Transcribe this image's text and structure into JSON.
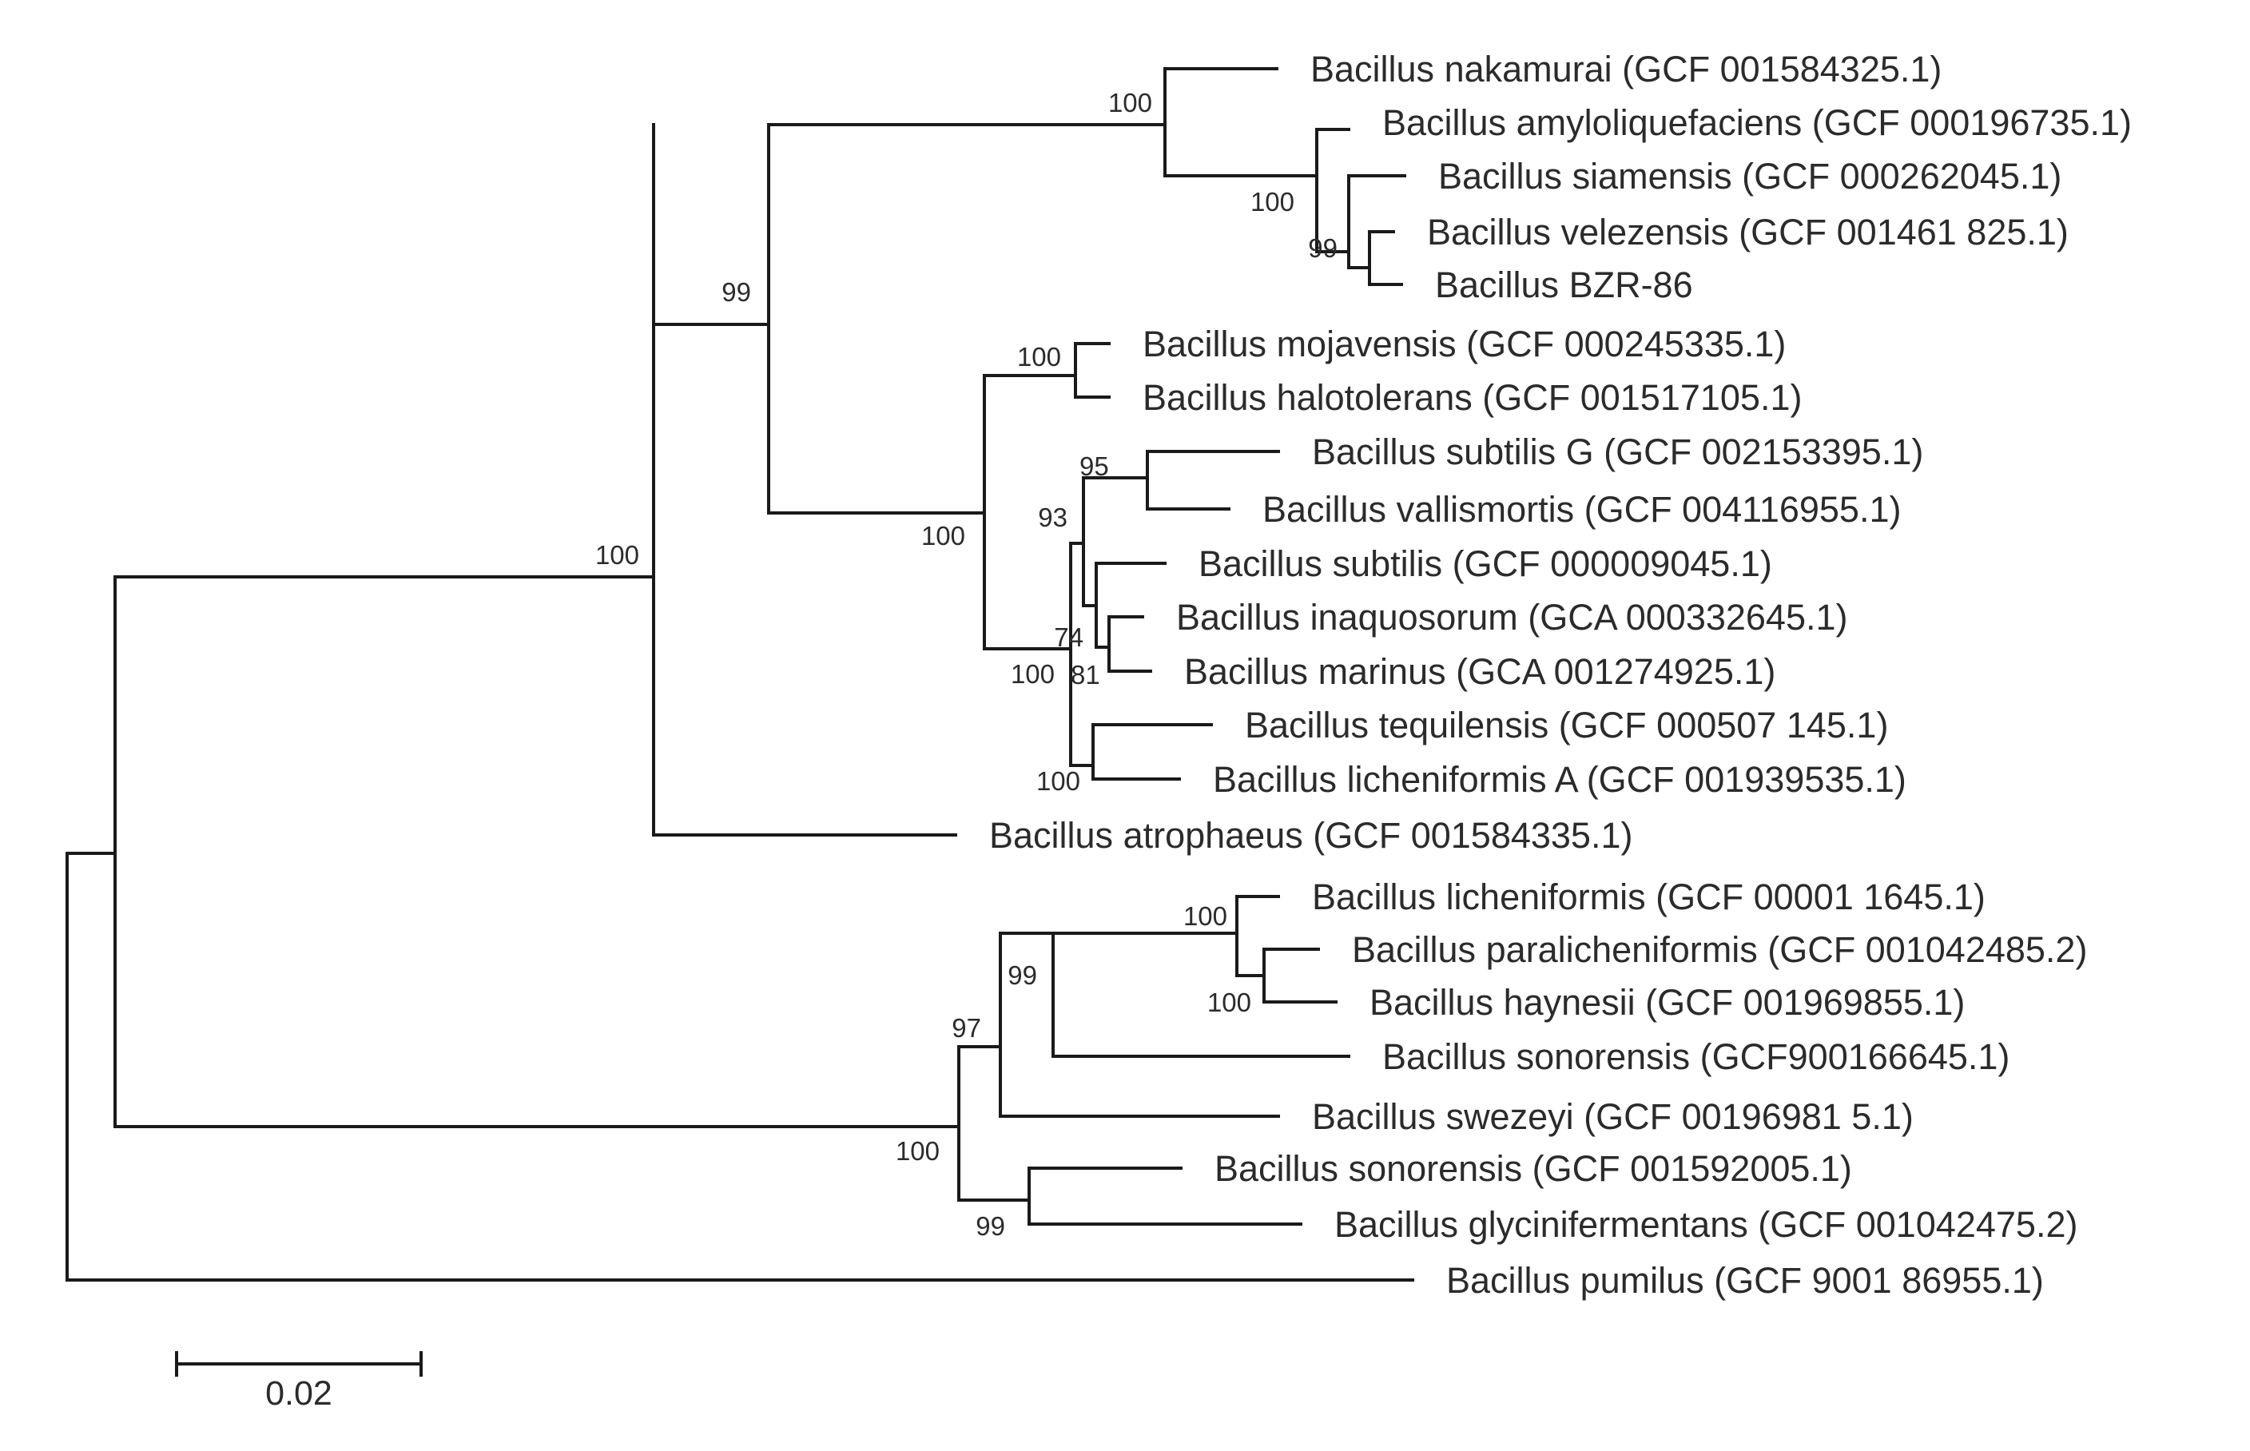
{
  "taxa": [
    "Bacillus nakamurai (GCF 001584325.1)",
    "Bacillus amyloliquefaciens (GCF 000196735.1)",
    "Bacillus siamensis (GCF 000262045.1)",
    "Bacillus velezensis (GCF 001461 825.1)",
    "Bacillus BZR-86",
    "Bacillus mojavensis (GCF 000245335.1)",
    "Bacillus halotolerans (GCF 001517105.1)",
    "Bacillus subtilis G (GCF 002153395.1)",
    "Bacillus vallismortis (GCF 004116955.1)",
    "Bacillus subtilis (GCF 000009045.1)",
    "Bacillus inaquosorum (GCA 000332645.1)",
    "Bacillus marinus (GCA 001274925.1)",
    "Bacillus tequilensis (GCF 000507 145.1)",
    "Bacillus licheniformis A (GCF 001939535.1)",
    "Bacillus atrophaeus (GCF 001584335.1)",
    "Bacillus licheniformis (GCF 00001 1645.1)",
    "Bacillus paralicheniformis (GCF 001042485.2)",
    "Bacillus haynesii (GCF 001969855.1)",
    "Bacillus sonorensis (GCF900166645.1)",
    "Bacillus swezeyi (GCF 00196981 5.1)",
    "Bacillus sonorensis (GCF 001592005.1)",
    "Bacillus glycinifermentans (GCF 001042475.2)",
    "Bacillus pumilus (GCF 9001 86955.1)"
  ],
  "bootstrap": [
    "100",
    "100",
    "99",
    "99",
    "100",
    "100",
    "100",
    "93",
    "95",
    "74",
    "100",
    "81",
    "100",
    "100",
    "100",
    "99",
    "97",
    "100",
    "99"
  ],
  "scale_bar": {
    "label": "0.02"
  }
}
